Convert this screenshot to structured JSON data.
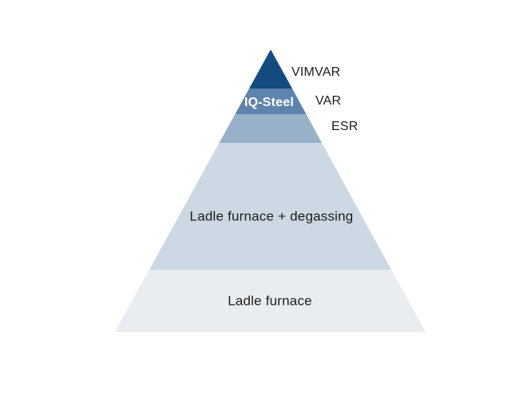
{
  "diagram": {
    "type": "pyramid",
    "background_color": "#ffffff",
    "text_color": "#1d1d1b",
    "layers": [
      {
        "id": "vimvar",
        "side_label": "VIMVAR",
        "color": "#134b80"
      },
      {
        "id": "var",
        "side_label": "VAR",
        "inner_label": "IQ-Steel",
        "inner_label_color": "#ffffff",
        "color": "#5e83ac"
      },
      {
        "id": "esr",
        "side_label": "ESR",
        "color": "#98b0c8"
      },
      {
        "id": "ladle-furnace-degassing",
        "inner_label": "Ladle furnace + degassing",
        "color": "#ccd8e3"
      },
      {
        "id": "ladle-furnace",
        "inner_label": "Ladle furnace",
        "color": "#e9edf1"
      }
    ]
  }
}
